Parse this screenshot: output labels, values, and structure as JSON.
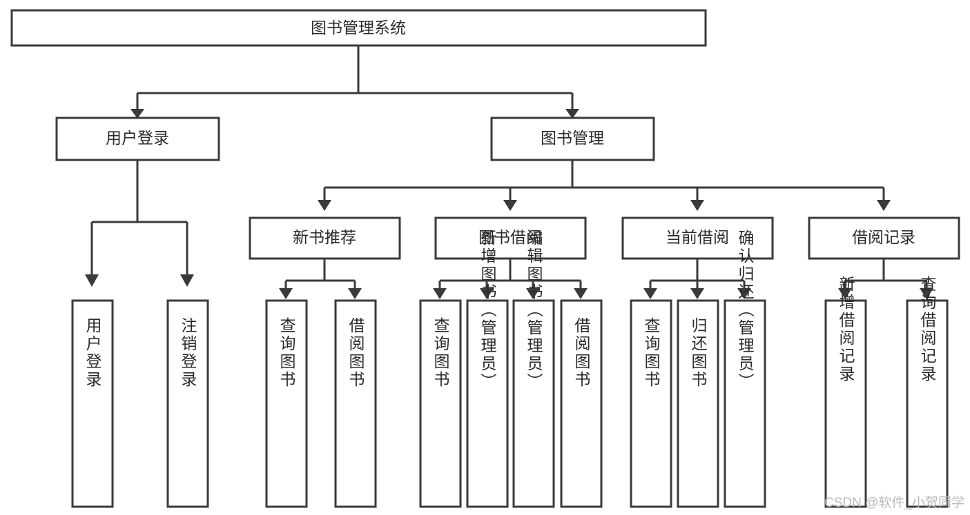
{
  "diagram": {
    "title": "图书管理系统",
    "type": "tree-hierarchy",
    "watermark": "CSDN @软件_小贺同学",
    "colors": {
      "stroke": "#3a3a3a",
      "box_fill": "#ffffff",
      "text": "#2b2b2b",
      "background": "#ffffff",
      "watermark": "#b9b9b9"
    },
    "levels": {
      "level1": "root",
      "level2": "modules",
      "level3": "submodules",
      "level4": "functions"
    },
    "root": {
      "label": "图书管理系统",
      "orientation": "horizontal"
    },
    "modules": [
      {
        "label": "用户登录",
        "orientation": "horizontal"
      },
      {
        "label": "图书管理",
        "orientation": "horizontal"
      }
    ],
    "submodules": [
      {
        "label": "新书推荐",
        "orientation": "horizontal",
        "parent": "图书管理"
      },
      {
        "label": "图书借阅",
        "orientation": "horizontal",
        "parent": "图书管理"
      },
      {
        "label": "当前借阅",
        "orientation": "horizontal",
        "parent": "图书管理"
      },
      {
        "label": "借阅记录",
        "orientation": "horizontal",
        "parent": "图书管理"
      }
    ],
    "leaves": {
      "user_login": [
        {
          "label": "用户登录",
          "orientation": "vertical"
        },
        {
          "label": "注销登录",
          "orientation": "vertical"
        }
      ],
      "new_book_recommend": [
        {
          "label": "查询图书",
          "orientation": "vertical"
        },
        {
          "label": "借阅图书",
          "orientation": "vertical"
        }
      ],
      "book_borrow": [
        {
          "label": "查询图书",
          "orientation": "vertical"
        },
        {
          "label": "新增图书（管理员）",
          "orientation": "vertical"
        },
        {
          "label": "编辑图书（管理员）",
          "orientation": "vertical"
        },
        {
          "label": "借阅图书",
          "orientation": "vertical"
        }
      ],
      "current_borrow": [
        {
          "label": "查询图书",
          "orientation": "vertical"
        },
        {
          "label": "归还图书",
          "orientation": "vertical"
        },
        {
          "label": "确认归还（管理员）",
          "orientation": "vertical"
        }
      ],
      "borrow_record": [
        {
          "label": "新增借阅记录",
          "orientation": "vertical"
        },
        {
          "label": "查询借阅记录",
          "orientation": "vertical"
        }
      ]
    }
  }
}
